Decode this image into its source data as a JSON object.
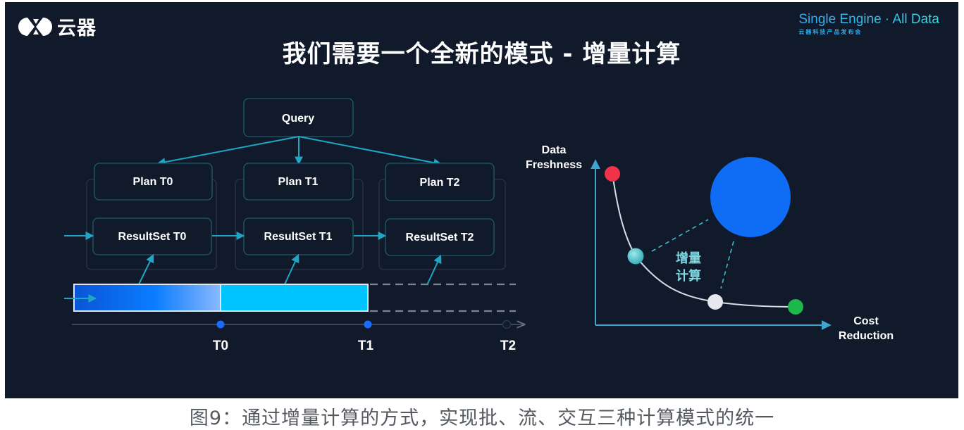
{
  "slide": {
    "logo": {
      "icon": "yunqi-logo-icon",
      "text": "云器"
    },
    "brand": {
      "main": "Single Engine · All Data",
      "sub": "云器科技产品发布会"
    },
    "title": "我们需要一个全新的模式 - 增量计算"
  },
  "left_diagram": {
    "query": "Query",
    "plans": [
      "Plan T0",
      "Plan T1",
      "Plan T2"
    ],
    "resultsets": [
      "ResultSet  T0",
      "ResultSet  T1",
      "ResultSet  T2"
    ],
    "timeline_labels": [
      "T0",
      "T1",
      "T2"
    ],
    "colors": {
      "box_border": "#1f5c6a",
      "arrow": "#1fa6c4",
      "bar_segment_1_start": "#0a55d6",
      "bar_segment_1_end": "#7fb2ff",
      "bar_segment_2": "#00c4ff",
      "timeline_dot": "#1a6bff"
    }
  },
  "right_chart": {
    "y_axis_label": [
      "Data",
      "Freshness"
    ],
    "x_axis_label": [
      "Cost",
      "Reduction"
    ],
    "center_label": [
      "增量",
      "计算"
    ],
    "points": [
      {
        "name": "red-point",
        "color": "#f0334a"
      },
      {
        "name": "teal-point",
        "color": "#4cc4cc"
      },
      {
        "name": "white-point",
        "color": "#e6e8ee"
      },
      {
        "name": "green-point",
        "color": "#1db84a"
      }
    ],
    "highlight_circle_color": "#0f6cf5"
  },
  "caption": "图9：通过增量计算的方式，实现批、流、交互三种计算模式的统一"
}
